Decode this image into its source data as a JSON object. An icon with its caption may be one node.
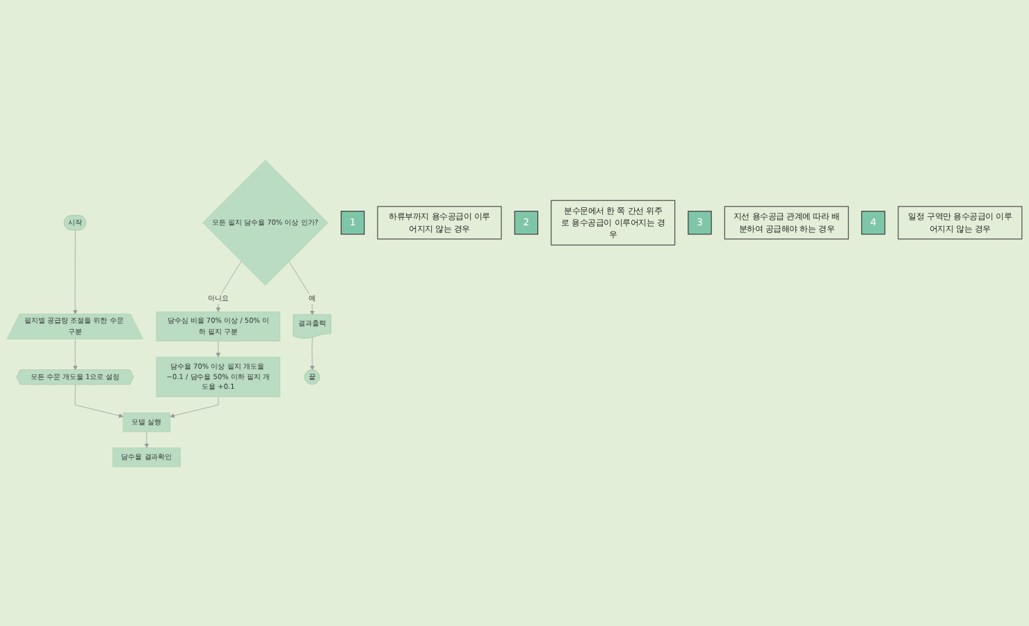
{
  "diagram": {
    "nodes": [
      {
        "text": [
          "시작"
        ]
      },
      {
        "text": [
          "필지별 공급량 조절을 위한 수문 구분"
        ]
      },
      {
        "text": [
          "모든 수문 개도율 1으로 설정"
        ]
      },
      {
        "text": [
          "모델 실행"
        ]
      },
      {
        "text": [
          "담수율 결과확인"
        ]
      },
      {
        "text": [
          "모든 필지 담수율 70% 이상 인가?"
        ]
      },
      {
        "text": [
          "담수심 비율 70% 이상 / 50% 이하 필지 구분"
        ]
      },
      {
        "text": [
          "담수율 70% 이상 필지 개도율 −0.1 / 담수율 50% 이하 필지 개도율 +0.1"
        ]
      },
      {
        "text": [
          "결과출력"
        ]
      },
      {
        "text": [
          "끝"
        ]
      },
      {
        "text": [
          "1"
        ]
      },
      {
        "text": [
          "하류부까지 용수공급이 이루어지지 않는 경우"
        ]
      },
      {
        "text": [
          "2"
        ]
      },
      {
        "text": [
          "분수문에서 한 쪽 간선 위주로 용수공급이 이루어지는 경우"
        ]
      },
      {
        "text": [
          "3"
        ]
      },
      {
        "text": [
          "지선 용수공급 관계에 따라 배분하여 공급해야 하는 경우"
        ]
      },
      {
        "text": [
          "4"
        ]
      },
      {
        "text": [
          "일정 구역만 용수공급이 이루어지지 않는 경우"
        ]
      }
    ],
    "edges": [
      {
        "from": 0,
        "to": 1,
        "arrow": "to"
      },
      {
        "from": 1,
        "to": 2,
        "arrow": "to"
      },
      {
        "from": 2,
        "to": 3,
        "arrow": "to"
      },
      {
        "from": 3,
        "to": 4,
        "arrow": "to"
      },
      {
        "from": 5,
        "to": 6,
        "label": "아니요",
        "arrow": "to"
      },
      {
        "from": 6,
        "to": 7,
        "arrow": "to"
      },
      {
        "from": 7,
        "to": 3,
        "arrow": "to"
      },
      {
        "from": 5,
        "to": 8,
        "label": "예",
        "arrow": "to"
      },
      {
        "from": 8,
        "to": 9,
        "arrow": "to"
      }
    ]
  }
}
